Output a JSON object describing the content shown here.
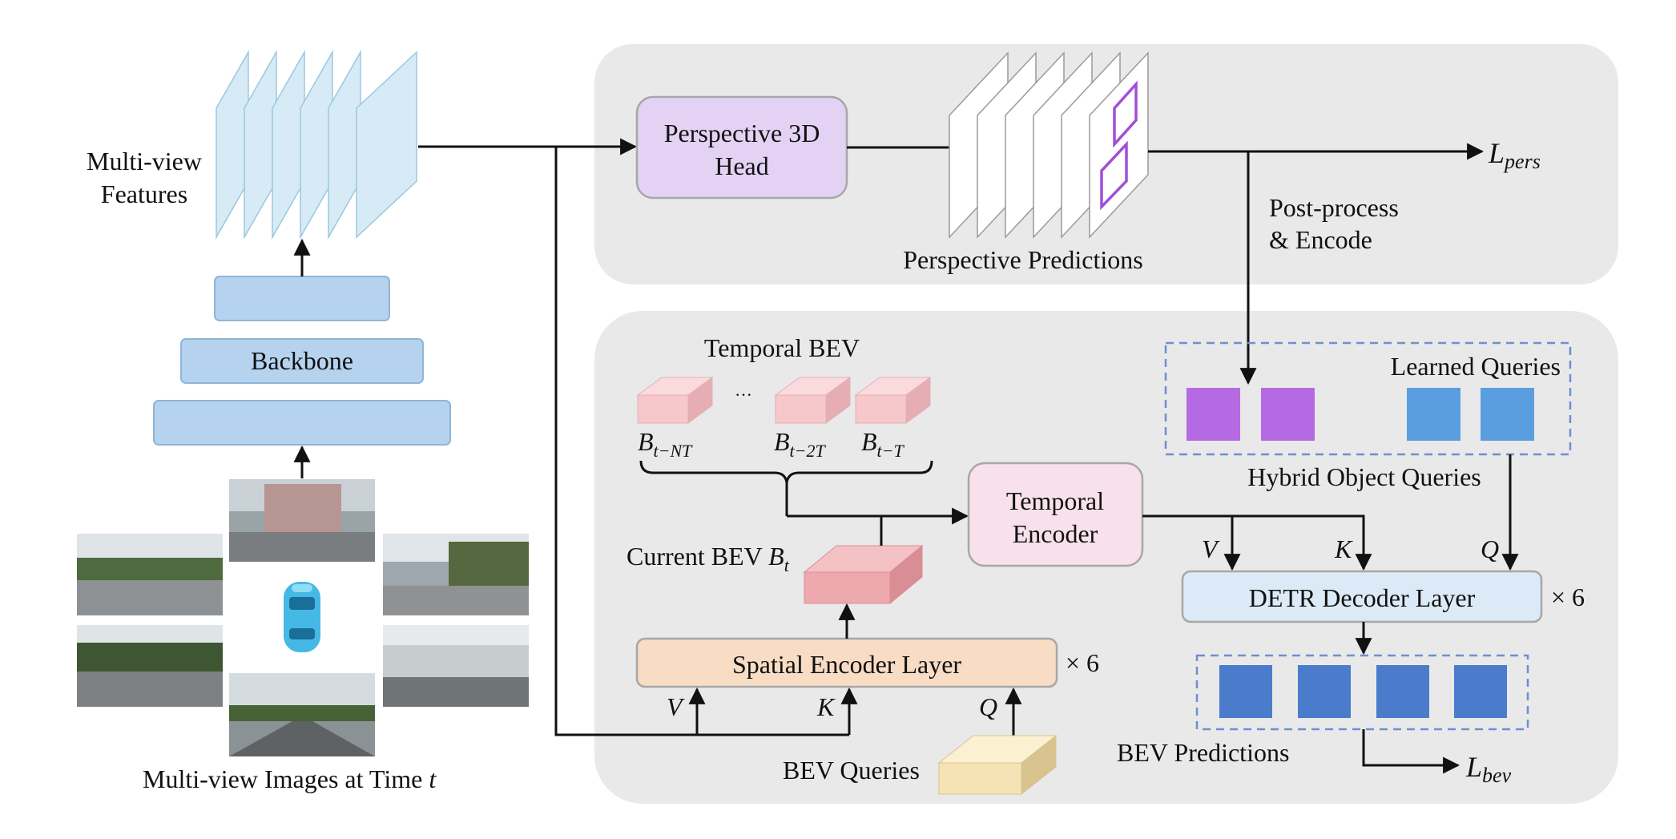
{
  "left_column": {
    "features_label_line1": "Multi-view",
    "features_label_line2": "Features",
    "backbone_label": "Backbone",
    "images_label": "Multi-view Images at Time ",
    "images_label_var": "t"
  },
  "perspective_branch": {
    "head_line1": "Perspective 3D",
    "head_line2": "Head",
    "predictions_label": "Perspective Predictions",
    "loss_main": "L",
    "loss_sub": "pers",
    "post_process_line1": "Post-process",
    "post_process_line2": "& Encode"
  },
  "bev_branch": {
    "temporal_bev_label": "Temporal BEV",
    "ellipsis": "···",
    "b_nt_main": "B",
    "b_nt_sub": "t−NT",
    "b_2t_main": "B",
    "b_2t_sub": "t−2T",
    "b_t_main": "B",
    "b_t_sub": "t−T",
    "current_bev_label": "Current BEV ",
    "current_bev_var_main": "B",
    "current_bev_var_sub": "t",
    "temporal_encoder_line1": "Temporal",
    "temporal_encoder_line2": "Encoder",
    "spatial_encoder_label": "Spatial Encoder Layer",
    "spatial_repeat": "× 6",
    "bev_queries_label": "BEV Queries",
    "learned_queries_label": "Learned Queries",
    "hybrid_queries_label": "Hybrid Object Queries",
    "detr_label": "DETR Decoder Layer",
    "detr_repeat": "× 6",
    "bev_predictions_label": "BEV Predictions",
    "loss_main": "L",
    "loss_sub": "bev",
    "v_label": "V",
    "k_label": "K",
    "q_label": "Q"
  },
  "colors": {
    "panel": "#e9e9e9",
    "feature_plane": "#d6ebf5",
    "backbone": "#b5d3ee",
    "head": "#e4d2f5",
    "temporal_encoder": "#f8e1eb",
    "spatial_encoder": "#f8dcc4",
    "detr": "#dbeaf6",
    "purple_query": "#b56ae3",
    "blue_query": "#5b9ee0",
    "bev_pred": "#4b7ccc",
    "pink_cube": "#f6c7cb",
    "current_cube": "#eda9ae",
    "query_cube": "#f5e3b6"
  },
  "icons": {
    "car": "car-icon-top-view"
  }
}
